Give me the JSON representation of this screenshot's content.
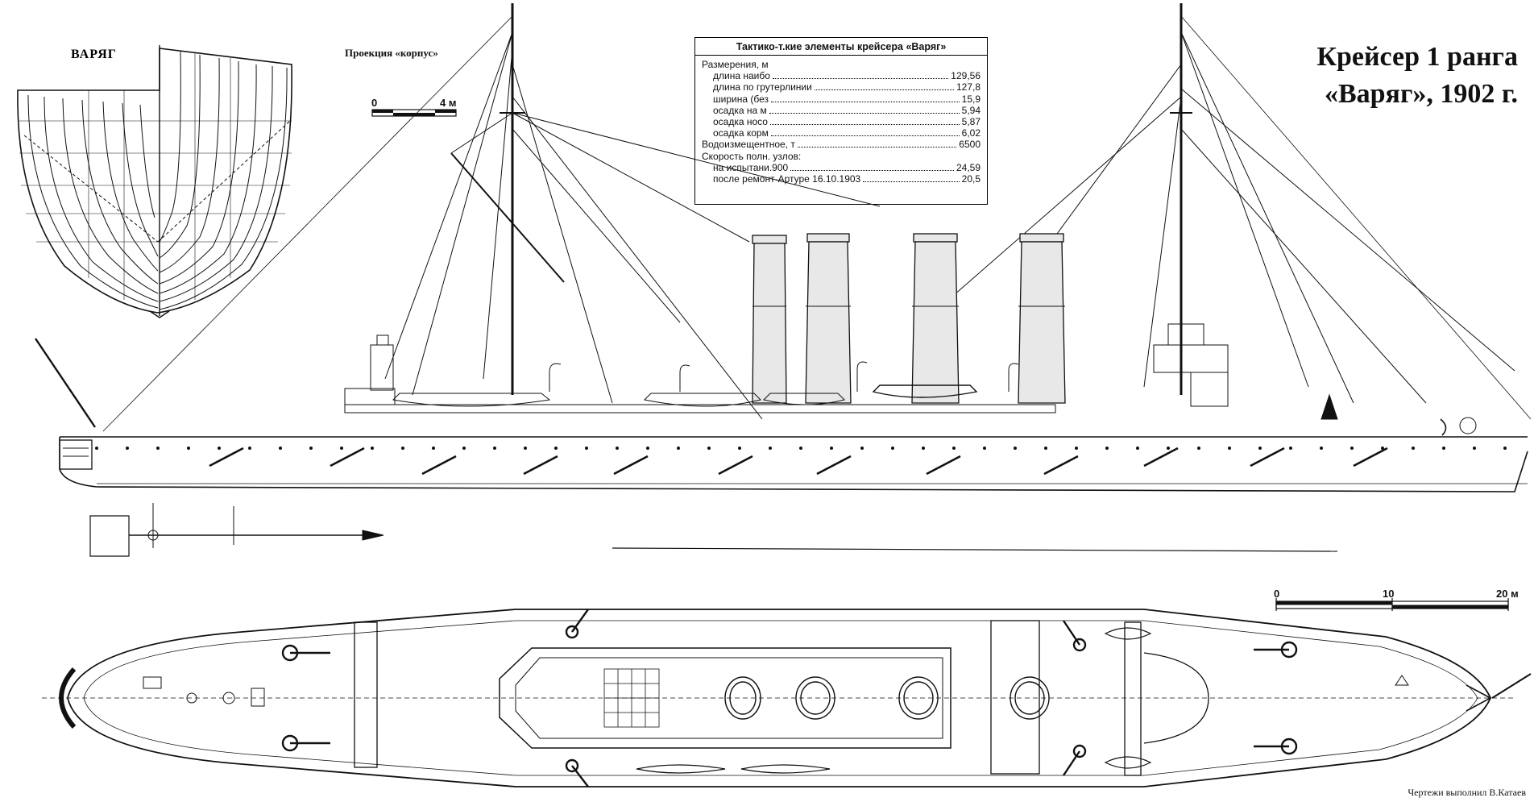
{
  "title": {
    "line1": "Крейсер 1 ранга",
    "line2": "«Варяг», 1902 г."
  },
  "body_plan": {
    "label": "Проекция «корпус»",
    "name_on_hull": "ВАРЯГ"
  },
  "scale_small": {
    "min": "0",
    "max": "4 м"
  },
  "scale_large": {
    "t0": "0",
    "t1": "10",
    "t2": "20 м"
  },
  "ttx_table": {
    "header": "Тактико-т.кие элементы крейсера «Варяг»",
    "rows": [
      {
        "label": "Размерения, м",
        "value": ""
      },
      {
        "label": "длина наибо",
        "value": "129,56"
      },
      {
        "label": "длина по грутерлинии",
        "value": "127,8"
      },
      {
        "label": "ширина (без",
        "value": "15,9"
      },
      {
        "label": "осадка на м",
        "value": "5,94"
      },
      {
        "label": "осадка носо",
        "value": "5,87"
      },
      {
        "label": "осадка корм",
        "value": "6,02"
      },
      {
        "label": "Водоизмещентное, т",
        "value": "6500"
      },
      {
        "label": "Скорость полн. узлов:",
        "value": ""
      },
      {
        "label": "на испытани.900",
        "value": "24,59"
      },
      {
        "label": "после ремонт-Артуре 16.10.1903",
        "value": "20,5"
      }
    ]
  },
  "credit": "Чертежи выполнил В.Катаев",
  "colors": {
    "ink": "#111111",
    "paper": "#ffffff",
    "funnel": "#e8e8e8"
  }
}
